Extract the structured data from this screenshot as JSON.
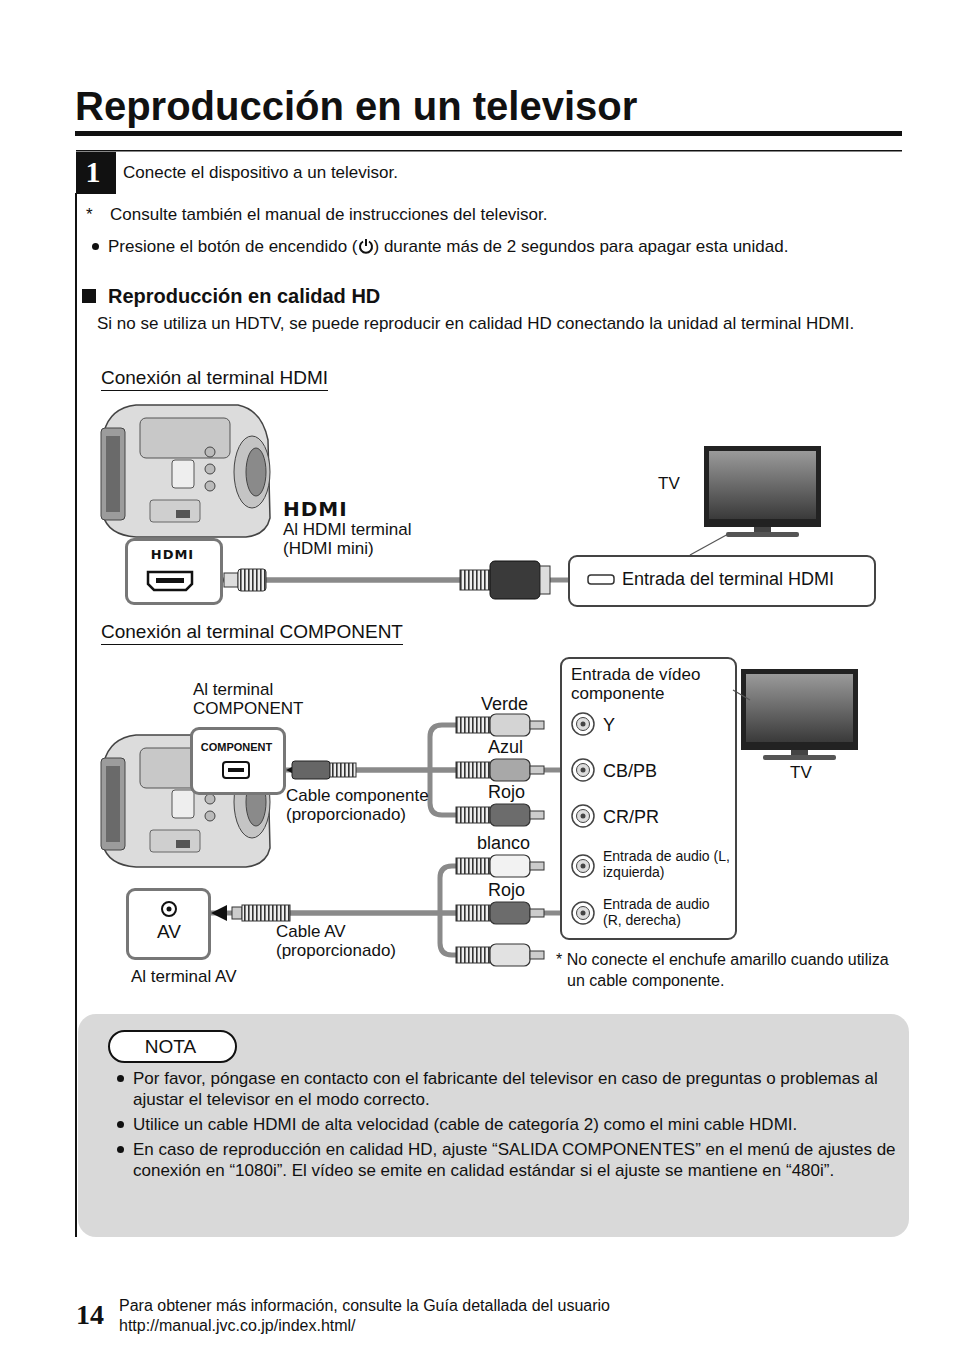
{
  "diagram": {
    "title": "Reproducción en un televisor",
    "nodes": [
      {
        "text": [
          "1"
        ]
      },
      {
        "text": [
          "HDMI"
        ]
      },
      {
        "text": [
          "Entrada del terminal HDMI"
        ]
      },
      {
        "text": [
          "COMPONENT"
        ]
      },
      {
        "text": [
          "AV"
        ]
      },
      {
        "text": [
          "Entrada de vídeo componente",
          "Y",
          "CB/PB",
          "CR/PR",
          "Entrada de audio (L, izquierda)",
          "Entrada de audio (R, derecha)"
        ]
      },
      {
        "text": [
          "Por favor, póngase en contacto con el fabricante del televisor en caso de preguntas o problemas al ajustar el televisor en el modo correcto.",
          "Utilice un cable HDMI de alta velocidad (cable de categoría 2) como el mini cable HDMI.",
          "En caso de reproducción en calidad HD, ajuste “SALIDA COMPONENTES” en el menú de ajustes de conexión en “1080i”. El vídeo se emite en calidad estándar si el ajuste se mantiene en “480i”."
        ]
      },
      {
        "text": [
          "NOTA"
        ],
        "in": 6
      }
    ],
    "edges": [
      {
        "from": 2,
        "to": 1,
        "arrow": "to"
      },
      {
        "from": 5,
        "to": 3,
        "arrow": "to"
      },
      {
        "from": 5,
        "to": 4,
        "arrow": "to"
      }
    ],
    "labels": [
      "Conecte el dispositivo a un televisor.",
      "*",
      "Consulte también el manual de instrucciones del televisor.",
      "Presione el botón de encendido (",
      ") durante más de 2 segundos para apagar esta unidad.",
      "Reproducción en calidad HD",
      "Si no se utiliza un HDTV, se puede reproducir en calidad HD conectando la unidad al terminal HDMI.",
      "Conexión al terminal HDMI",
      "HDMI",
      "Al HDMI terminal (HDMI mini)",
      "TV",
      "Conexión al terminal COMPONENT",
      "Al terminal COMPONENT",
      "Verde",
      "Azul",
      "Rojo",
      "Cable componente (proporcionado)",
      "blanco",
      "Rojo",
      "TV",
      "Cable AV (proporcionado)",
      "Al terminal AV",
      "* No conecte el enchufe amarillo cuando utiliza un cable componente.",
      "14",
      "Para obtener más información, consulte la Guía detallada del usuario",
      "http://manual.jvc.co.jp/index.html/"
    ]
  }
}
